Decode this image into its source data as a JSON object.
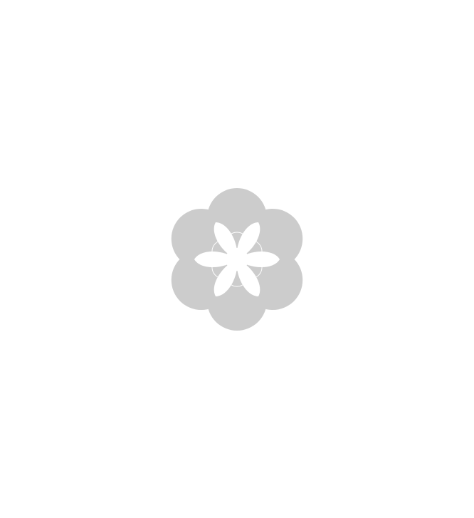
{
  "canvas": {
    "background": "#ffffff"
  },
  "figure": {
    "shape": "six-petal flower",
    "petal_count": 6,
    "fill_color": "#cccccc",
    "cutout_color": "#ffffff",
    "center_ring_count": 6
  }
}
